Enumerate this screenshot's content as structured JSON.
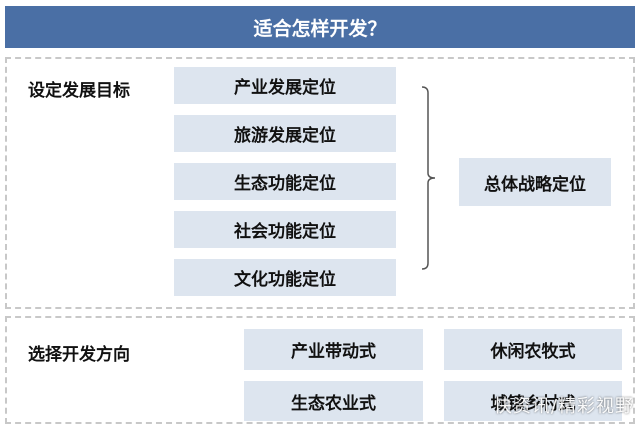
{
  "header": {
    "title": "适合怎样开发？"
  },
  "section1": {
    "title": "设定发展目标",
    "items": [
      "产业发展定位",
      "旅游发展定位",
      "生态功能定位",
      "社会功能定位",
      "文化功能定位"
    ],
    "summary": "总体战略定位"
  },
  "section2": {
    "title": "选择开发方向",
    "items": [
      "产业带动式",
      "休闲农牧式",
      "生态农业式",
      "城镇乡村式"
    ]
  },
  "watermark": "快资讯/精彩视野",
  "colors": {
    "header_bg": "#4a6fa5",
    "box_bg": "#dde5ef"
  }
}
